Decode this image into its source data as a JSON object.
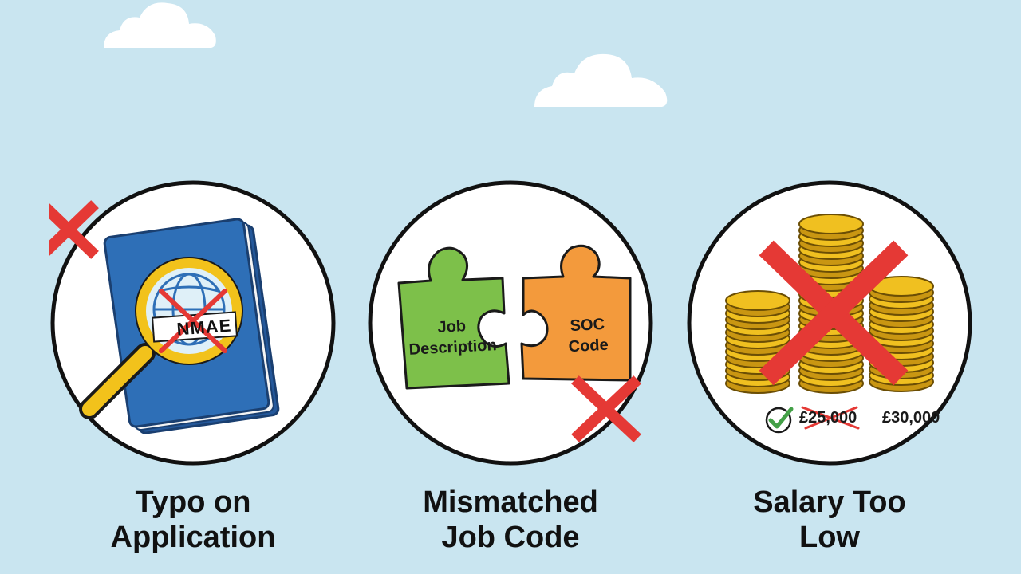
{
  "colors": {
    "sky": "#c9e5f0",
    "reject_red": "#e53935",
    "passport_blue": "#2e6fb7",
    "magnifier_yellow": "#f2c21b",
    "puzzle_green": "#7dc04a",
    "puzzle_orange": "#f39a3c",
    "coin_gold": "#f0c020",
    "check_green": "#43a047"
  },
  "panels": [
    {
      "id": "typo",
      "caption_line1": "Typo on",
      "caption_line2": "Application",
      "passport_name_text": "NMAE"
    },
    {
      "id": "job-code",
      "caption_line1": "Mismatched",
      "caption_line2": "Job Code",
      "piece_left_line1": "Job",
      "piece_left_line2": "Description",
      "piece_right_line1": "SOC",
      "piece_right_line2": "Code"
    },
    {
      "id": "salary",
      "caption_line1": "Salary Too",
      "caption_line2": "Low",
      "old_salary": "£25,000",
      "new_salary": "£30,000"
    }
  ]
}
